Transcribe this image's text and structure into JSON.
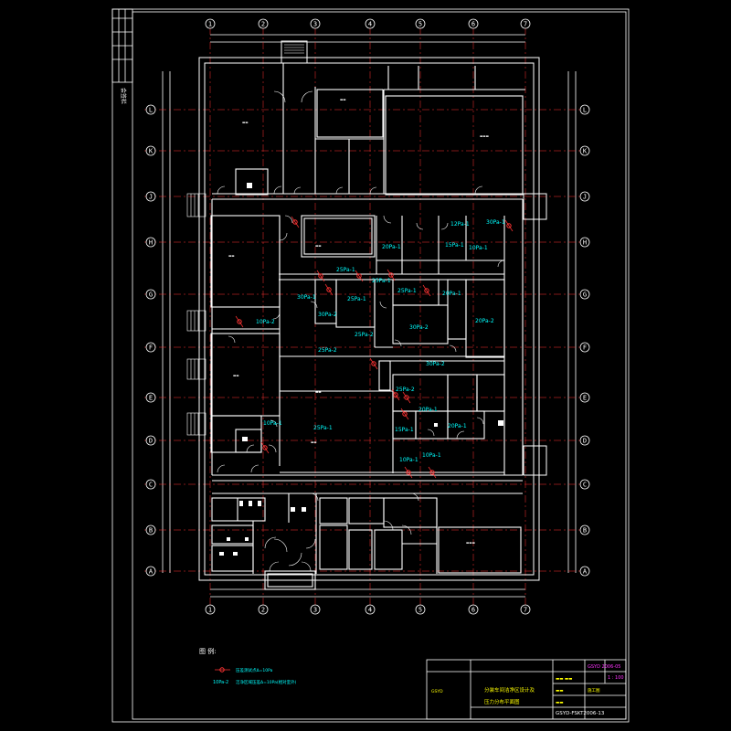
{
  "drawing": {
    "side_stamp": "会签栏",
    "col_axes": [
      "1",
      "2",
      "3",
      "4",
      "5",
      "6",
      "7"
    ],
    "row_axes": [
      "A",
      "B",
      "C",
      "D",
      "E",
      "F",
      "G",
      "H",
      "J",
      "K",
      "L"
    ],
    "zone_labels": [
      {
        "id": "z1",
        "text": "12Pa-1"
      },
      {
        "id": "z2",
        "text": "30Pa-1"
      },
      {
        "id": "z3",
        "text": "15Pa-1"
      },
      {
        "id": "z4",
        "text": "10Pa-1"
      },
      {
        "id": "z5",
        "text": "20Pa-1"
      },
      {
        "id": "z6",
        "text": "25Pa-1"
      },
      {
        "id": "z7",
        "text": "25Pa-1"
      },
      {
        "id": "z8",
        "text": "30Pa-1"
      },
      {
        "id": "z9",
        "text": "25Pa-1"
      },
      {
        "id": "z10",
        "text": "25Pa-1"
      },
      {
        "id": "z11",
        "text": "20Pa-1"
      },
      {
        "id": "z12",
        "text": "30Pa-2"
      },
      {
        "id": "z13",
        "text": "25Pa-2"
      },
      {
        "id": "z14",
        "text": "10Pa-2"
      },
      {
        "id": "z15",
        "text": "30Pa-2"
      },
      {
        "id": "z16",
        "text": "20Pa-2"
      },
      {
        "id": "z17",
        "text": "30Pa-2"
      },
      {
        "id": "z18",
        "text": "25Pa-2"
      },
      {
        "id": "z19",
        "text": "25Pa-2"
      },
      {
        "id": "z20",
        "text": "10Pa-1"
      },
      {
        "id": "z21",
        "text": "25Pa-1"
      },
      {
        "id": "z22",
        "text": "15Pa-1"
      },
      {
        "id": "z23",
        "text": "20Pa-1"
      },
      {
        "id": "z24",
        "text": "20Pa-1"
      },
      {
        "id": "z25",
        "text": "10Pa-1"
      },
      {
        "id": "z26",
        "text": "10Pa-1"
      }
    ],
    "legend": {
      "title": "图 例:",
      "item1": "压差测试点Δ=10Pa",
      "item2_code": "10Pa-2",
      "item2_text": "洁净区域压差Δ=10Pa(相对室外)"
    },
    "title_block": {
      "project": "分装车间洁净区设计及",
      "drawing_name": "压力分布平面图",
      "drawing_no": "GSYD-FSKT2006-13",
      "stage": "施工图",
      "pink1": "GSYD 2006-05",
      "pink2": "1 : 100",
      "company": "GSYD"
    }
  }
}
